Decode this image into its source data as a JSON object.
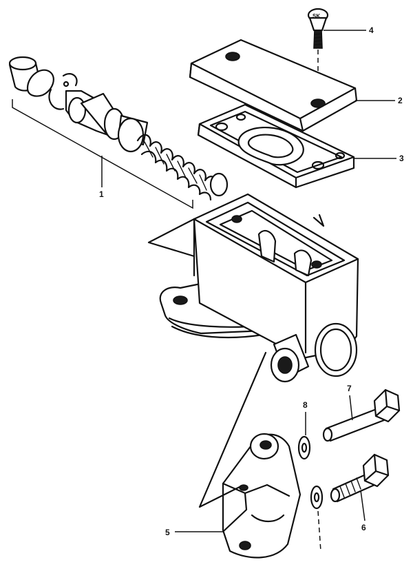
{
  "callouts": [
    "1",
    "2",
    "3",
    "4",
    "5",
    "6",
    "7",
    "8"
  ],
  "screw_head_marking": "SK"
}
